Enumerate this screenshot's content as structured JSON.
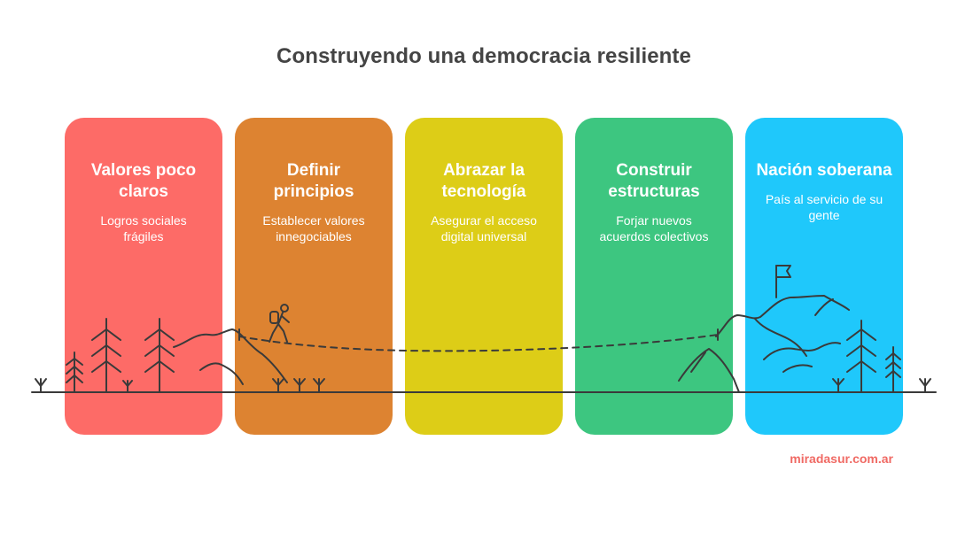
{
  "title": "Construyendo una democracia resiliente",
  "cards": [
    {
      "title": "Valores poco claros",
      "description": "Logros sociales frágiles",
      "color": "#fd6b67"
    },
    {
      "title": "Definir principios",
      "description": "Establecer valores innegociables",
      "color": "#dd8331"
    },
    {
      "title": "Abrazar la tecnología",
      "description": "Asegurar el acceso digital universal",
      "color": "#ddcd17"
    },
    {
      "title": "Construir estructuras",
      "description": "Forjar nuevos acuerdos colectivos",
      "color": "#3dc680"
    },
    {
      "title": "Nación soberana",
      "description": "País al servicio de su gente",
      "color": "#1fc8fb"
    }
  ],
  "footer": {
    "source": "miradasur.com.ar"
  },
  "icons": [
    "pine-tree-icon",
    "hiker-icon",
    "flag-icon",
    "mountain-icon",
    "grass-sprout-icon"
  ]
}
